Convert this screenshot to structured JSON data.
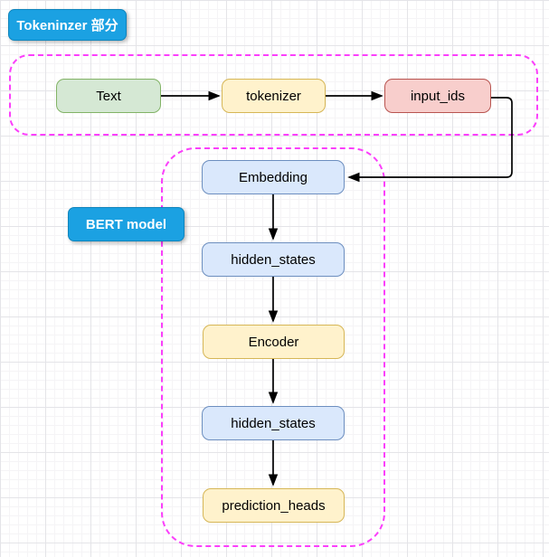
{
  "diagram": {
    "section_labels": {
      "tokenizer_section": "Tokeninzer 部分",
      "bert_model": "BERT model"
    },
    "top_row": [
      {
        "id": "text",
        "label": "Text",
        "fill": "#d5e8d4",
        "stroke": "#82b366"
      },
      {
        "id": "tokenizer",
        "label": "tokenizer",
        "fill": "#fff2cc",
        "stroke": "#d6b656"
      },
      {
        "id": "input_ids",
        "label": "input_ids",
        "fill": "#f8cecc",
        "stroke": "#b85450"
      }
    ],
    "bert_column": [
      {
        "id": "embedding",
        "label": "Embedding",
        "fill": "#dae8fc",
        "stroke": "#6c8ebf"
      },
      {
        "id": "hidden_states_1",
        "label": "hidden_states",
        "fill": "#dae8fc",
        "stroke": "#6c8ebf"
      },
      {
        "id": "encoder",
        "label": "Encoder",
        "fill": "#fff2cc",
        "stroke": "#d6b656"
      },
      {
        "id": "hidden_states_2",
        "label": "hidden_states",
        "fill": "#dae8fc",
        "stroke": "#6c8ebf"
      },
      {
        "id": "prediction_heads",
        "label": "prediction_heads",
        "fill": "#fff2cc",
        "stroke": "#d6b656"
      }
    ],
    "edges": [
      {
        "from": "text",
        "to": "tokenizer"
      },
      {
        "from": "tokenizer",
        "to": "input_ids"
      },
      {
        "from": "input_ids",
        "to": "embedding"
      },
      {
        "from": "embedding",
        "to": "hidden_states_1"
      },
      {
        "from": "hidden_states_1",
        "to": "encoder"
      },
      {
        "from": "encoder",
        "to": "hidden_states_2"
      },
      {
        "from": "hidden_states_2",
        "to": "prediction_heads"
      }
    ],
    "colors": {
      "group_frame_dash": "#fb3ffb",
      "section_label_fill": "#1ba1e2",
      "section_label_text": "#ffffff",
      "arrow": "#000000",
      "grid_major": "#e4e4e8",
      "grid_minor": "#f5f4f6"
    }
  }
}
